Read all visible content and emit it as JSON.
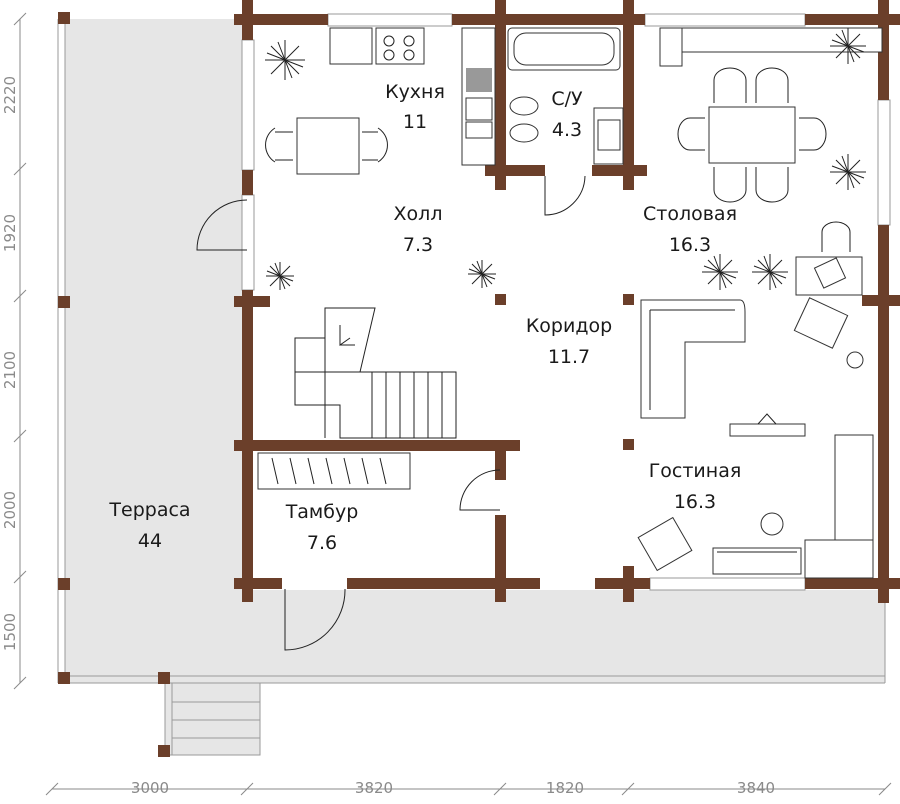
{
  "rooms": {
    "kitchen": {
      "name": "Кухня",
      "area": "11"
    },
    "bathroom": {
      "name": "С/У",
      "area": "4.3"
    },
    "hall": {
      "name": "Холл",
      "area": "7.3"
    },
    "dining": {
      "name": "Столовая",
      "area": "16.3"
    },
    "corridor": {
      "name": "Коридор",
      "area": "11.7"
    },
    "living": {
      "name": "Гостиная",
      "area": "16.3"
    },
    "vestibule": {
      "name": "Тамбур",
      "area": "7.6"
    },
    "terrace": {
      "name": "Терраса",
      "area": "44"
    }
  },
  "dimensions": {
    "vertical": [
      "2220",
      "1920",
      "2100",
      "2000",
      "1500"
    ],
    "horizontal": [
      "3000",
      "3820",
      "1820",
      "3840"
    ]
  },
  "colors": {
    "wall": "#6b3f2a",
    "terrace": "#e6e6e6"
  }
}
